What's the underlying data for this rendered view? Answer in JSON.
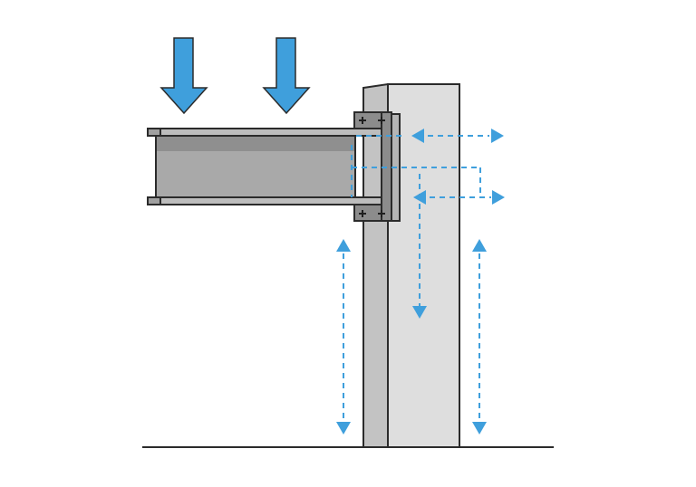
{
  "diagram": {
    "description_labels": [],
    "colors": {
      "load_arrow": "#3f9fdc",
      "dimension_lines": "#3f9fdc",
      "beam": "#a9a9a9",
      "column": "#dcdcdc",
      "outline": "#2b2b2b"
    },
    "elements": [
      "load-arrow",
      "load-arrow",
      "i-beam",
      "end-plate",
      "bolts",
      "column",
      "ground-line",
      "dimension-arrows"
    ]
  }
}
